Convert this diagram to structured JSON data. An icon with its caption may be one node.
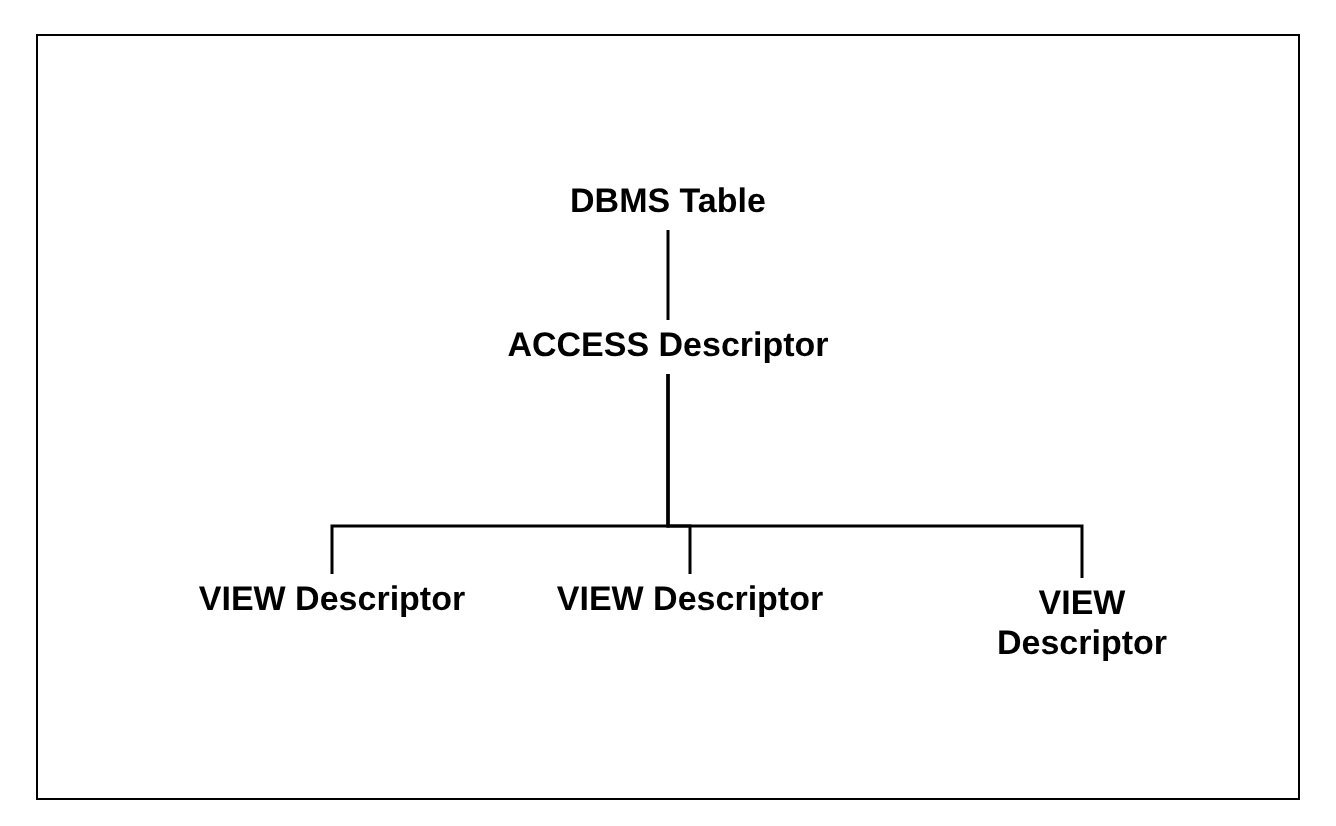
{
  "diagram": {
    "nodes": [
      {
        "text": [
          "DBMS Table"
        ]
      },
      {
        "text": [
          "ACCESS Descriptor"
        ]
      },
      {
        "text": [
          "VIEW Descriptor"
        ]
      },
      {
        "text": [
          "VIEW Descriptor"
        ]
      },
      {
        "text": [
          "VIEW Descriptor"
        ]
      }
    ],
    "edges": [
      {
        "from": 0,
        "to": 1,
        "arrow": "none"
      },
      {
        "from": 1,
        "to": 2,
        "arrow": "none"
      },
      {
        "from": 1,
        "to": 3,
        "arrow": "none"
      },
      {
        "from": 1,
        "to": 4,
        "arrow": "none"
      }
    ]
  }
}
